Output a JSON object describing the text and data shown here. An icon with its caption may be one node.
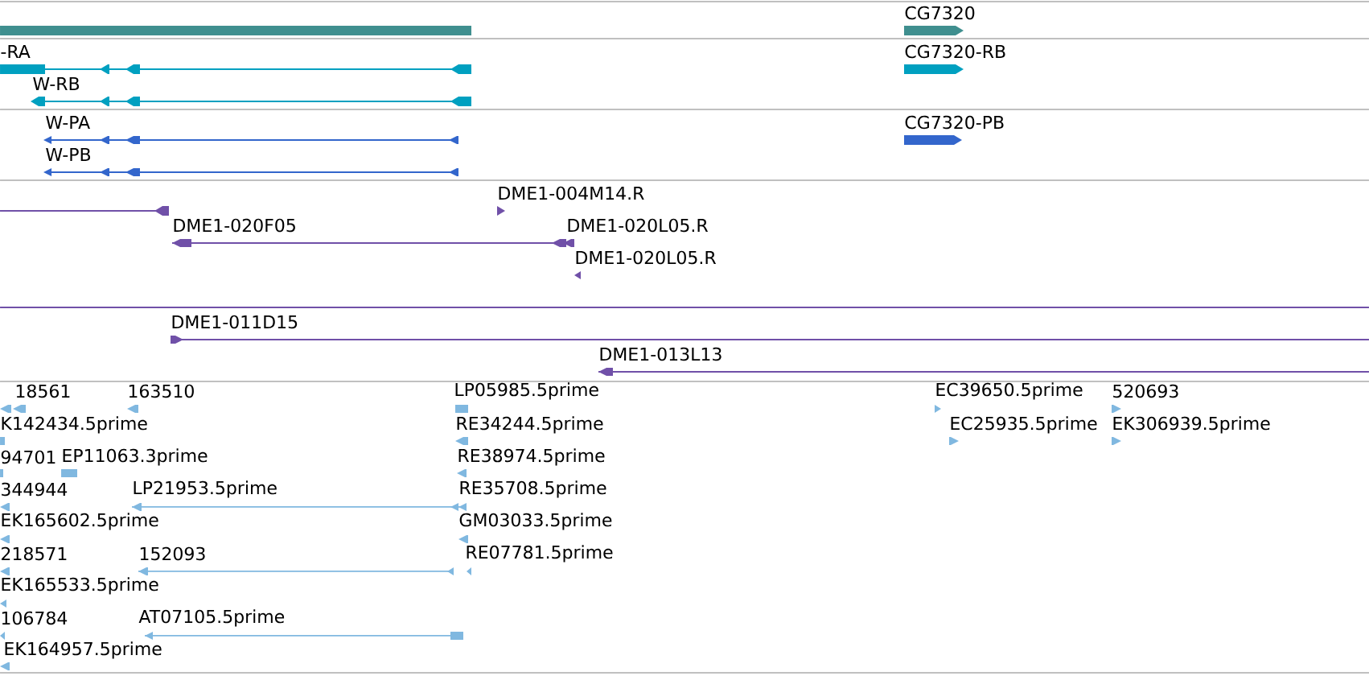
{
  "diagram": {
    "labels": [
      "CG7320",
      "-RA",
      "CG7320-RB",
      "W-RB",
      "W-PA",
      "CG7320-PB",
      "W-PB",
      "DME1-004M14.R",
      "DME1-020F05",
      "DME1-020L05.R",
      "DME1-020L05.R",
      "DME1-011D15",
      "DME1-013L13",
      "18561",
      "163510",
      "LP05985.5prime",
      "EC39650.5prime",
      "520693",
      "K142434.5prime",
      "RE34244.5prime",
      "EC25935.5prime",
      "EK306939.5prime",
      "94701",
      "EP11063.3prime",
      "RE38974.5prime",
      "344944",
      "LP21953.5prime",
      "RE35708.5prime",
      "EK165602.5prime",
      "GM03033.5prime",
      "218571",
      "152093",
      "RE07781.5prime",
      "EK165533.5prime",
      "106784",
      "AT07105.5prime",
      "EK164957.5prime"
    ]
  }
}
